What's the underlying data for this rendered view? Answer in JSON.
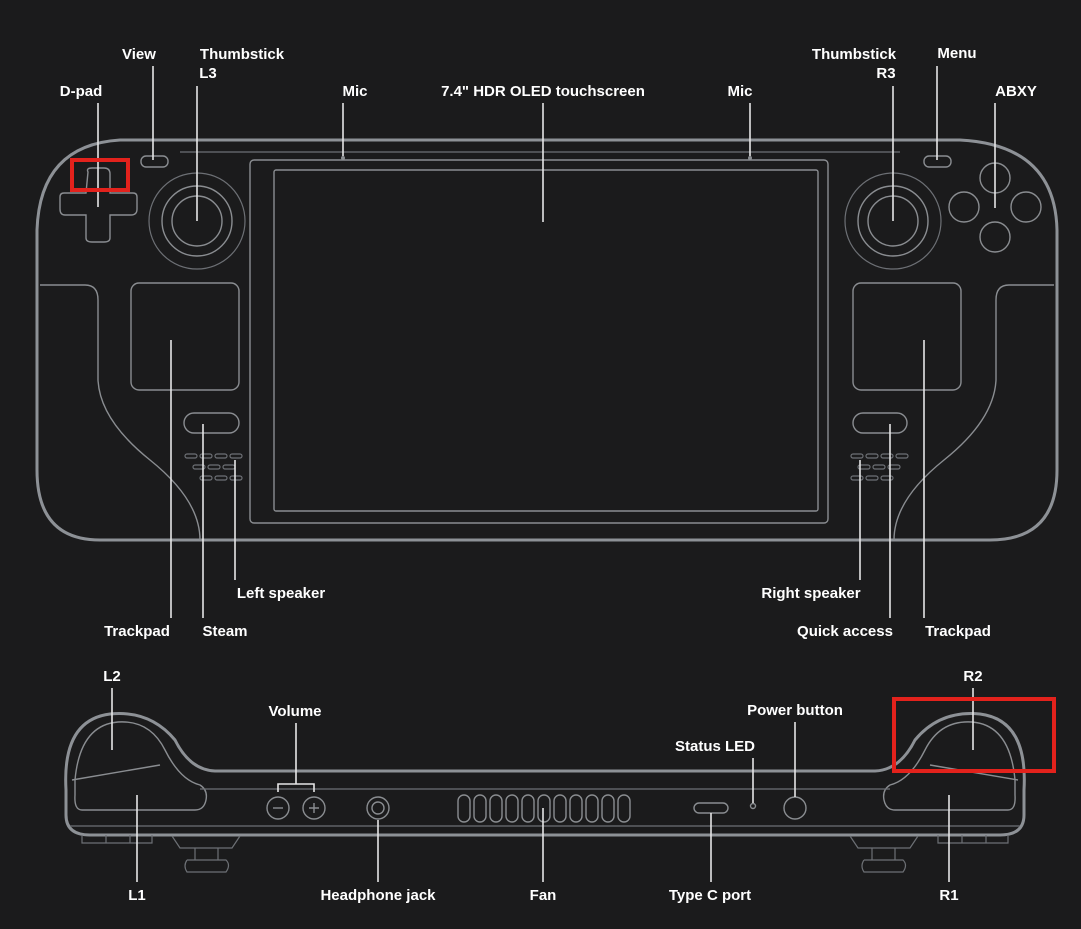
{
  "front_view": {
    "labels": {
      "dpad": "D-pad",
      "view": "View",
      "thumbstick_l3_line1": "Thumbstick",
      "thumbstick_l3_line2": "L3",
      "mic_left": "Mic",
      "screen": "7.4\" HDR OLED touchscreen",
      "mic_right": "Mic",
      "thumbstick_r3_line1": "Thumbstick",
      "thumbstick_r3_line2": "R3",
      "menu": "Menu",
      "abxy": "ABXY",
      "trackpad_left": "Trackpad",
      "steam": "Steam",
      "left_speaker": "Left speaker",
      "right_speaker": "Right speaker",
      "quick_access": "Quick access",
      "trackpad_right": "Trackpad"
    }
  },
  "top_view": {
    "labels": {
      "l2": "L2",
      "volume": "Volume",
      "status_led": "Status LED",
      "power_button": "Power button",
      "r2": "R2",
      "l1": "L1",
      "headphone_jack": "Headphone jack",
      "fan": "Fan",
      "type_c_port": "Type C port",
      "r1": "R1"
    }
  },
  "highlights": [
    "dpad",
    "r2"
  ],
  "colors": {
    "background": "#1b1b1c",
    "highlight": "#e3221c",
    "outline": "#8a8d91"
  }
}
